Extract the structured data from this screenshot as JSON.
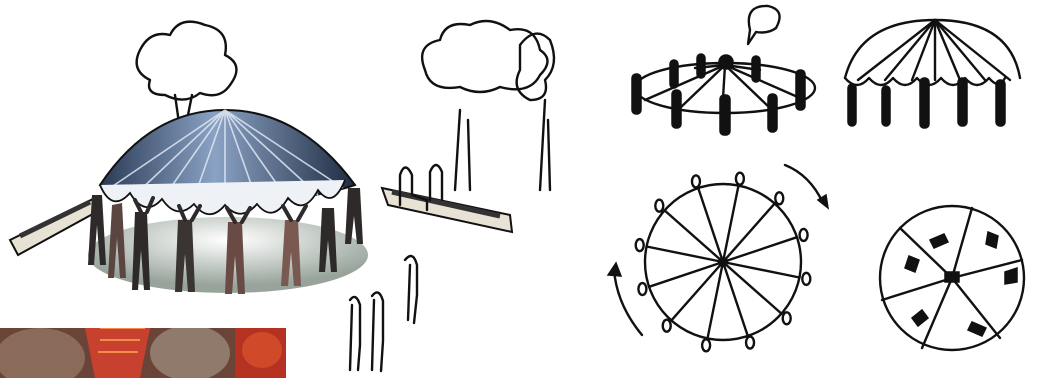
{
  "images": {
    "left": {
      "icon": "dome-canopy-illustration",
      "dome_color": "#4b6384"
    },
    "right_top_left": {
      "icon": "circle-of-people-sketch",
      "people_count": 9
    },
    "right_top_right": {
      "icon": "held-dome-sketch"
    },
    "right_bottom_left": {
      "icon": "rotating-wheel-diagram",
      "spokes": 12
    },
    "right_bottom_right": {
      "icon": "pie-segments-with-figures"
    },
    "photo_strip": {
      "icon": "photo-crop",
      "colors": [
        "#7a4b3a",
        "#c8402e",
        "#e06a30",
        "#5a3426"
      ]
    }
  }
}
